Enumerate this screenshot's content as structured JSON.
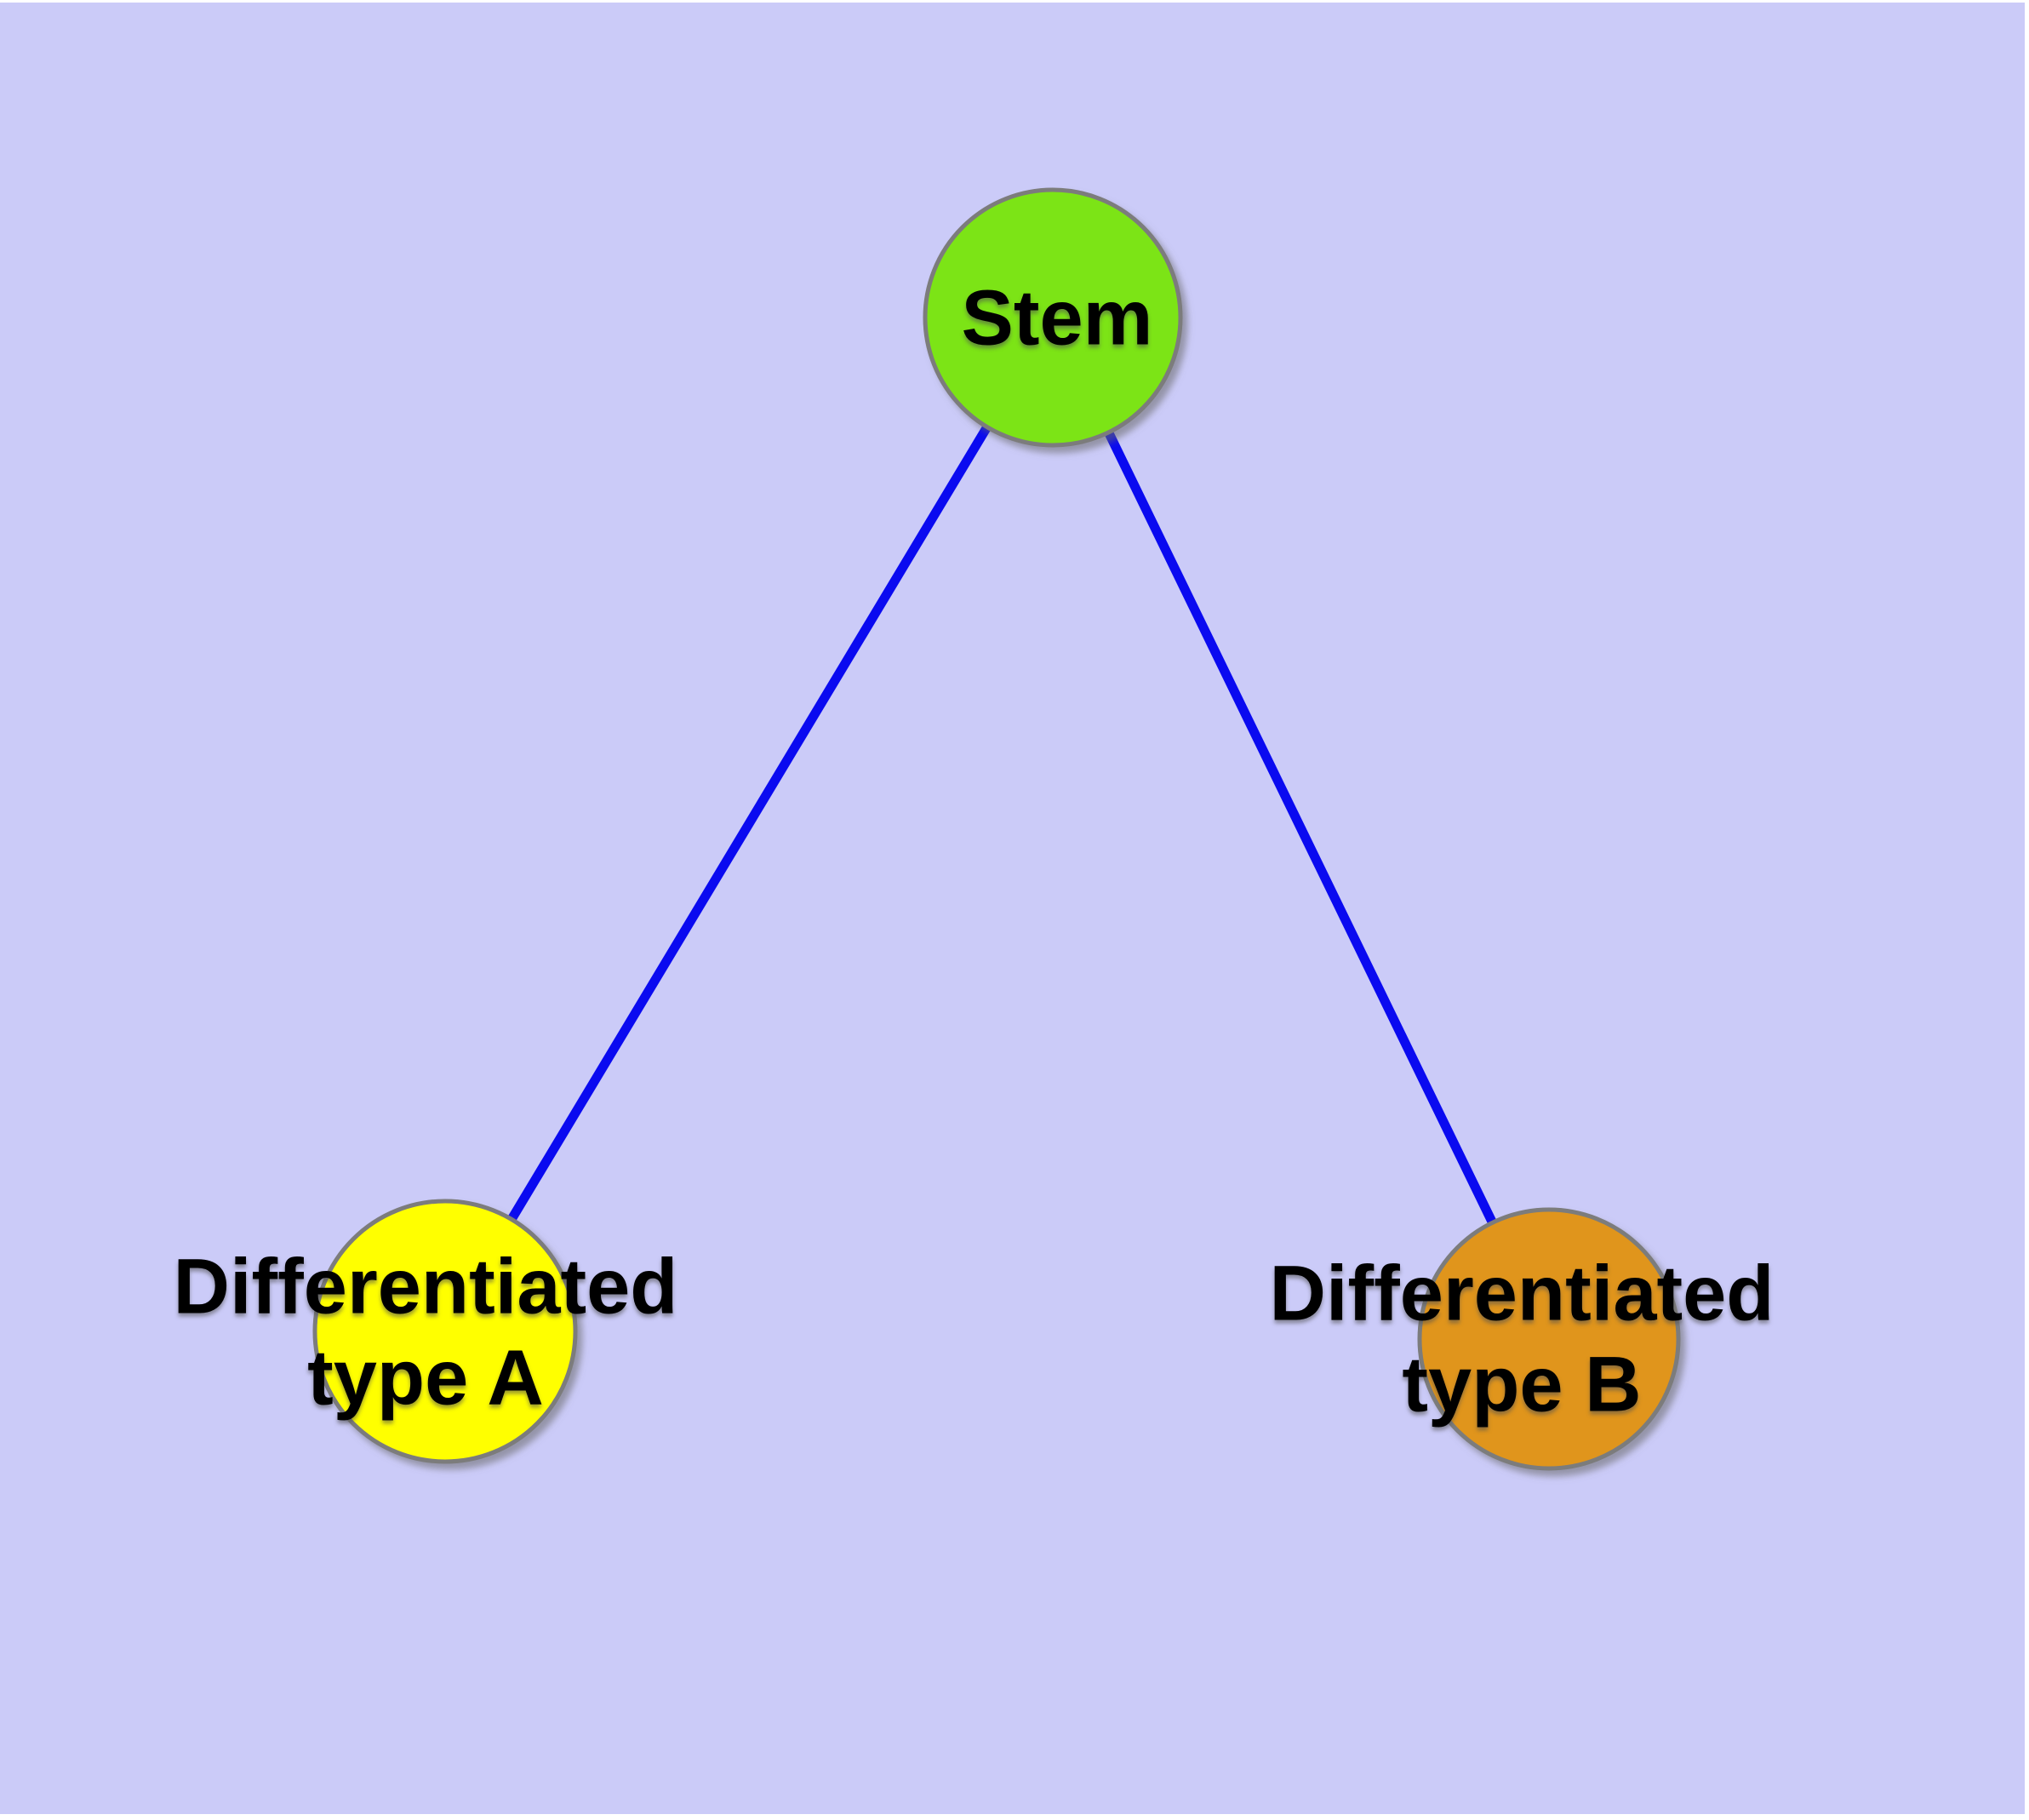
{
  "diagram": {
    "colors": {
      "background": "#cbcbf8",
      "page_margin": "#ffffff",
      "edge": "#0a0af0",
      "node_border": "#7b7b7b",
      "label_text": "#000000"
    },
    "nodes": {
      "stem": {
        "label": "Stem",
        "fill": "#7ce416"
      },
      "type_a": {
        "label_line1": "Differentiated",
        "label_line2": "type A",
        "fill": "#ffff00"
      },
      "type_b": {
        "label_line1": "Differentiated",
        "label_line2": "type B",
        "fill": "#e0951d"
      }
    },
    "edges": [
      {
        "from": "Stem",
        "to": "Differentiated type A"
      },
      {
        "from": "Stem",
        "to": "Differentiated type B"
      }
    ]
  }
}
